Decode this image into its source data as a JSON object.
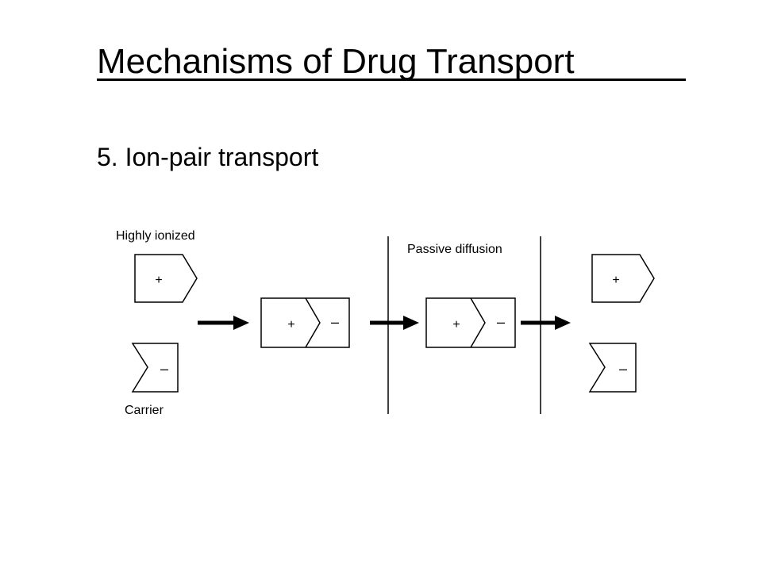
{
  "slide": {
    "title": "Mechanisms of Drug Transport",
    "subtitle": "5. Ion-pair transport"
  },
  "diagram": {
    "label_highly_ionized": "Highly ionized",
    "label_passive_diffusion": "Passive diffusion",
    "label_carrier": "Carrier",
    "plus": "+",
    "minus": "–"
  }
}
